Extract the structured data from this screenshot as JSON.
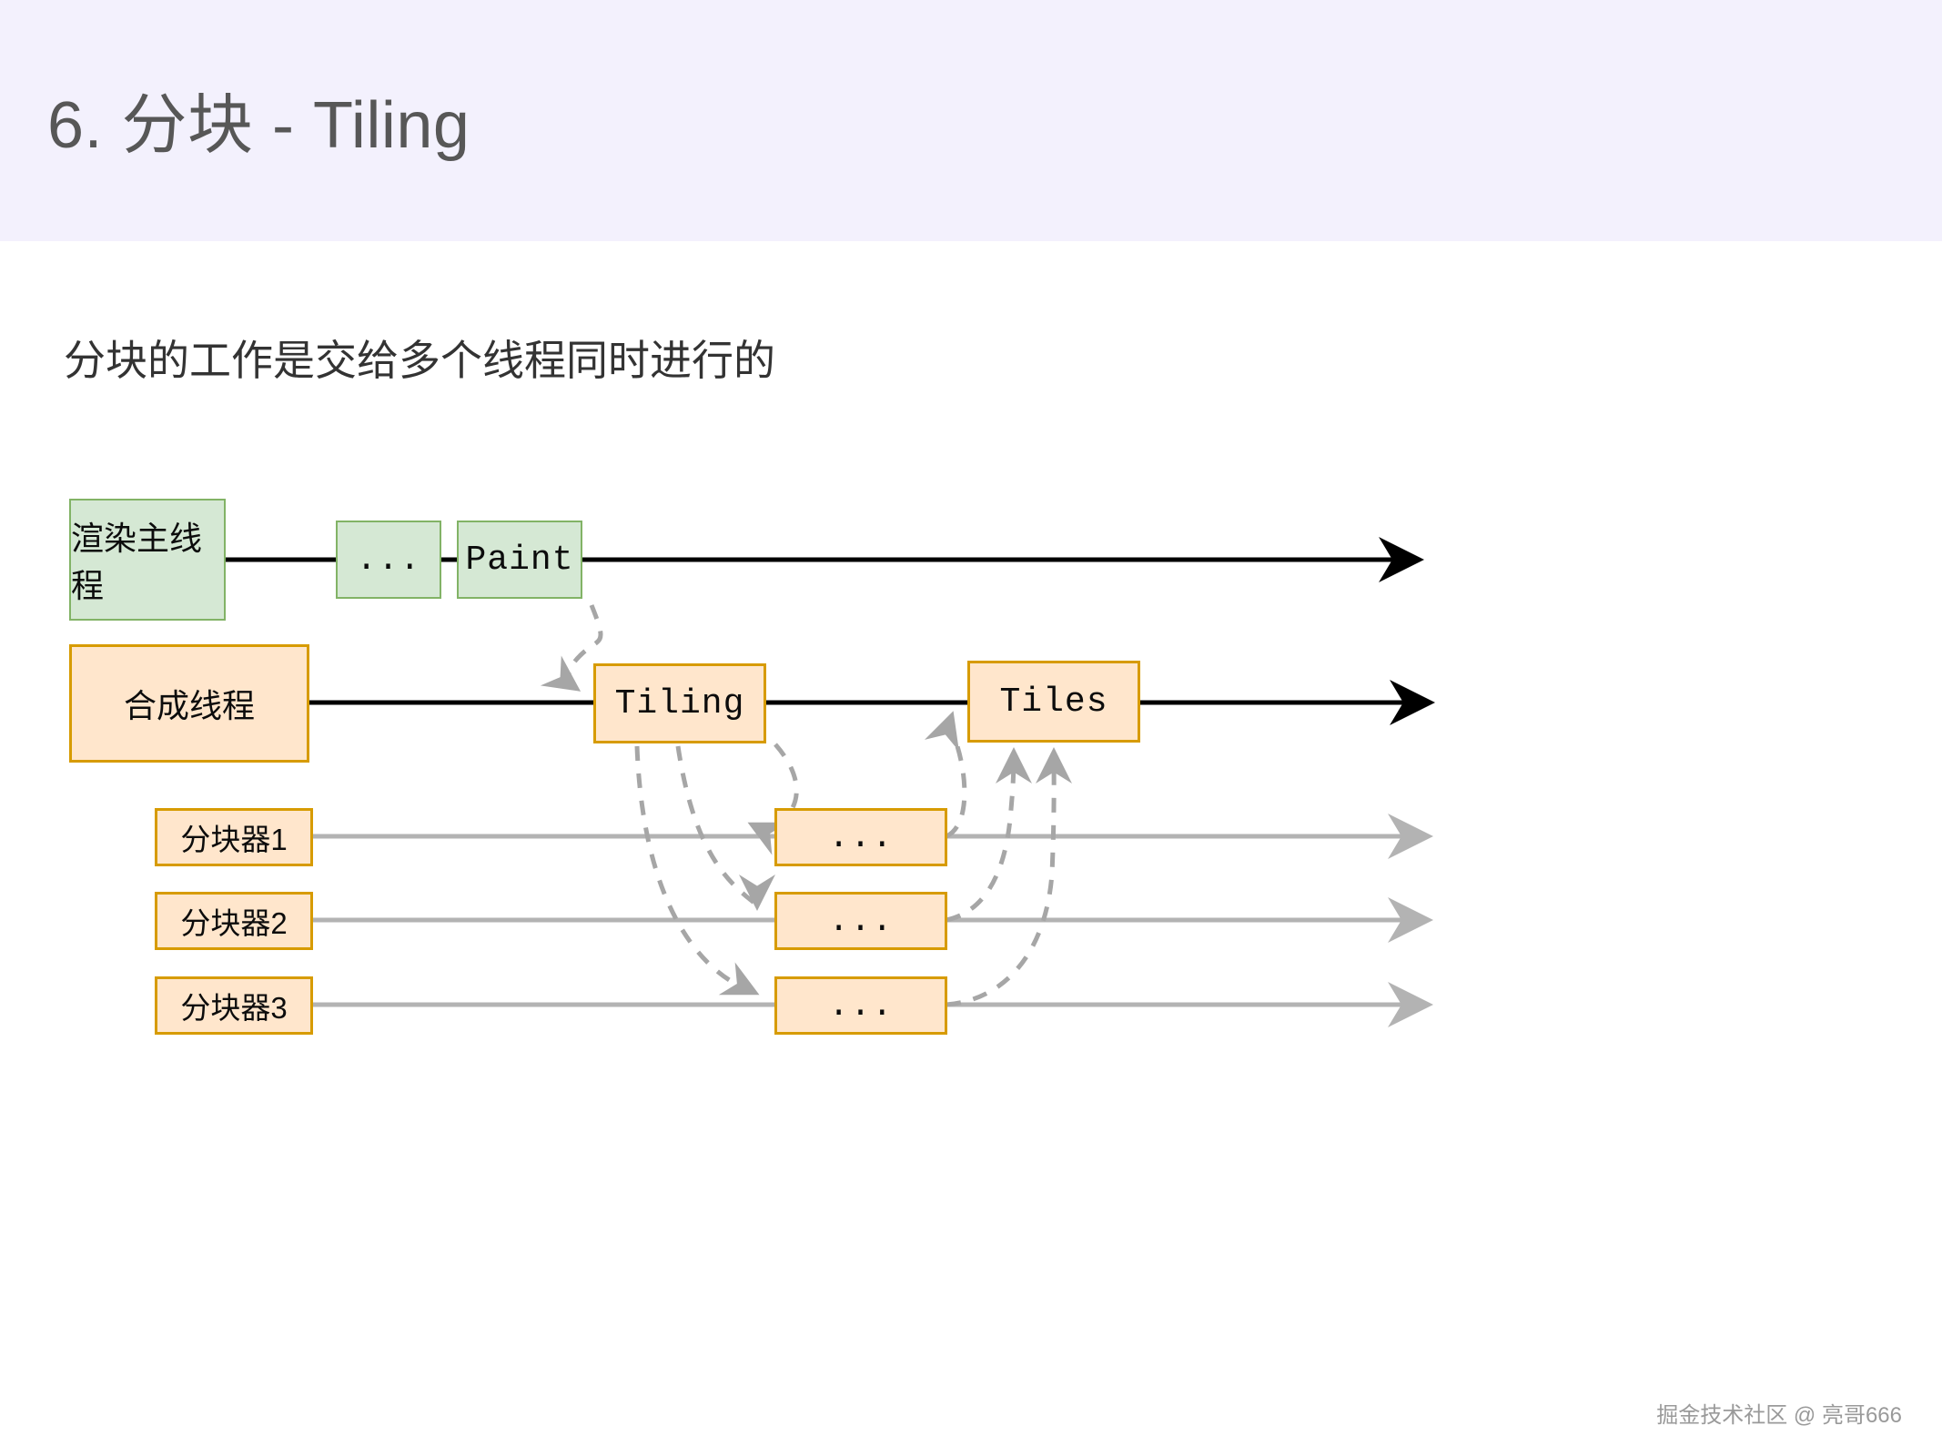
{
  "slide": {
    "title": "6. 分块 - Tiling",
    "subtitle": "分块的工作是交给多个线程同时进行的",
    "footer_credit": "掘金技术社区 @ 亮哥666",
    "header_background": "#f3f1fd",
    "title_color": "#575757"
  },
  "palette": {
    "green_fill": "#d5e8d4",
    "green_stroke": "#82b366",
    "orange_fill": "#ffe6cc",
    "orange_stroke": "#d79b00",
    "black_line": "#000000",
    "gray_line": "#b3b3b3",
    "dashed_gray": "#a6a6a6"
  },
  "diagram": {
    "lanes": [
      {
        "id": "render-main-thread",
        "label": "渲染主线程",
        "color": "green",
        "timeline_color": "#000000",
        "steps": [
          {
            "id": "ellipsis-1",
            "label": "..."
          },
          {
            "id": "paint",
            "label": "Paint"
          }
        ]
      },
      {
        "id": "compositor-thread",
        "label": "合成线程",
        "color": "orange",
        "timeline_color": "#000000",
        "steps": [
          {
            "id": "tiling",
            "label": "Tiling"
          },
          {
            "id": "tiles",
            "label": "Tiles"
          }
        ]
      },
      {
        "id": "tiler-1",
        "label": "分块器1",
        "color": "orange",
        "timeline_color": "#b3b3b3",
        "steps": [
          {
            "id": "tiler-1-work",
            "label": "..."
          }
        ]
      },
      {
        "id": "tiler-2",
        "label": "分块器2",
        "color": "orange",
        "timeline_color": "#b3b3b3",
        "steps": [
          {
            "id": "tiler-2-work",
            "label": "..."
          }
        ]
      },
      {
        "id": "tiler-3",
        "label": "分块器3",
        "color": "orange",
        "timeline_color": "#b3b3b3",
        "steps": [
          {
            "id": "tiler-3-work",
            "label": "..."
          }
        ]
      }
    ]
  }
}
